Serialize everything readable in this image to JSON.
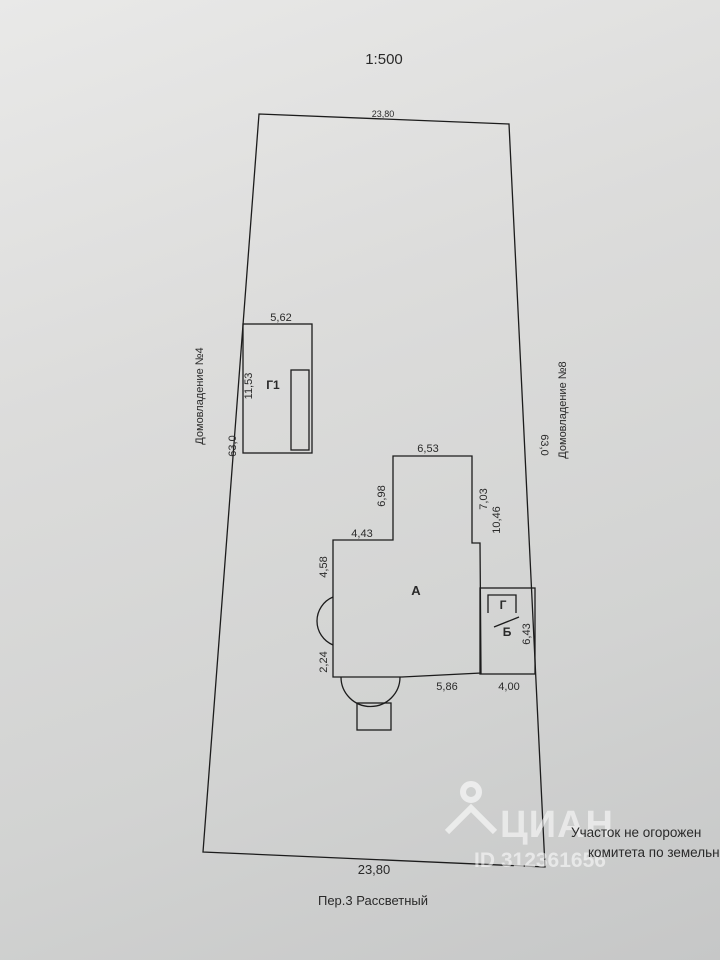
{
  "scale": "1:500",
  "plot": {
    "top_width": "23,80",
    "bottom_width": "23,80",
    "left_length": "63,0",
    "right_length": "63,0",
    "left_neighbor": "Домовладение №4",
    "right_neighbor": "Домовладение №8",
    "street": "Пер.3 Рассветный"
  },
  "building_g1": {
    "label": "Г1",
    "width": "5,62",
    "length": "11,53"
  },
  "house_a": {
    "label": "А",
    "dims": {
      "top": "6,53",
      "upper_left": "6,98",
      "step_top": "4,43",
      "step_left": "4,58",
      "lower_left": "2,24",
      "bottom": "5,86",
      "right_upper": "7,03",
      "right": "10,46"
    }
  },
  "annex_b": {
    "label": "Б",
    "inner_label": "Г",
    "height": "6,43",
    "width": "4,00"
  },
  "note": {
    "line1": "Участок не огорожен",
    "line2": "комитета по земельн"
  },
  "watermark": {
    "brand": "ЦИАН",
    "id": "ID 312361656"
  }
}
